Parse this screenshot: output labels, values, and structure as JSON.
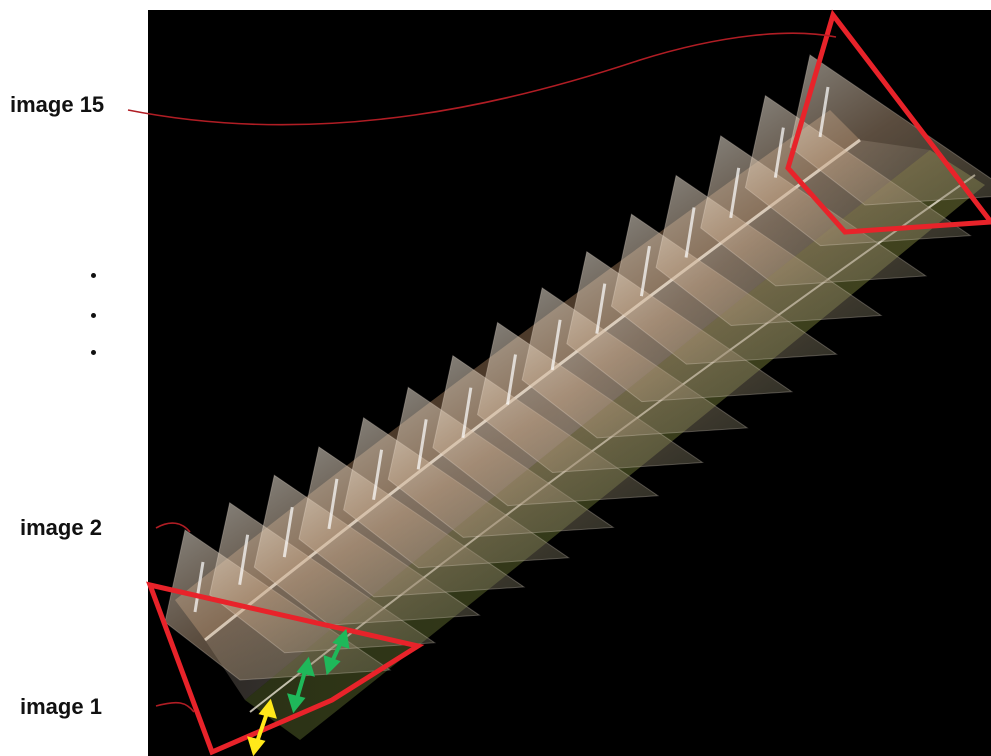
{
  "labels": {
    "first": "image 1",
    "second": "image 2",
    "last": "image 15"
  },
  "ellipsis_dots": 3,
  "image_count": 15,
  "colors": {
    "background": "#000000",
    "highlight_outline": "#e8232a",
    "leader_line": "#b01d24",
    "overlap_arrow_near": "#ffe81a",
    "overlap_arrow_far": "#1fb85a",
    "label_text": "#111111"
  }
}
